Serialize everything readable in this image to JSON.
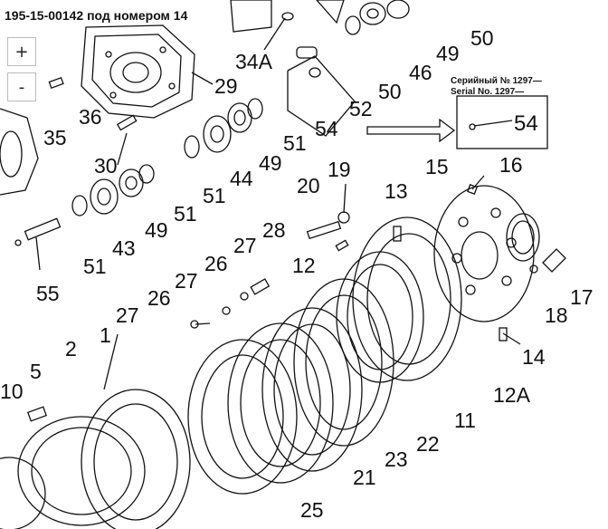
{
  "header": {
    "title": "195-15-00142 под номером 14"
  },
  "zoom": {
    "in_label": "+",
    "out_label": "-"
  },
  "serial_note": {
    "ru": "Серийный № 1297—",
    "en": "Serial No. 1297—"
  },
  "callouts": {
    "c1": "1",
    "c2": "2",
    "c5": "5",
    "c10": "10",
    "c11": "11",
    "c12": "12",
    "c12A": "12A",
    "c13": "13",
    "c14": "14",
    "c15": "15",
    "c16": "16",
    "c17": "17",
    "c18": "18",
    "c19": "19",
    "c20": "20",
    "c21": "21",
    "c22": "22",
    "c23": "23",
    "c25": "25",
    "c26a": "26",
    "c26b": "26",
    "c27a": "27",
    "c27b": "27",
    "c27c": "27",
    "c28": "28",
    "c29": "29",
    "c30": "30",
    "c34A": "34A",
    "c35": "35",
    "c36": "36",
    "c43": "43",
    "c44": "44",
    "c46": "46",
    "c49a": "49",
    "c49b": "49",
    "c49c": "49",
    "c50a": "50",
    "c50b": "50",
    "c51a": "51",
    "c51b": "51",
    "c51c": "51",
    "c51d": "51",
    "c52": "52",
    "c54a": "54",
    "c54b": "54",
    "c55": "55"
  }
}
